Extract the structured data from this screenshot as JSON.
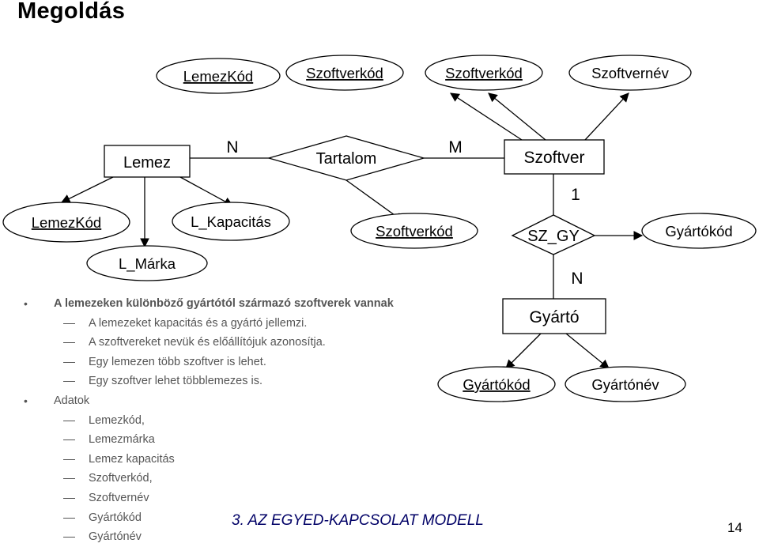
{
  "title": "Megoldás",
  "diagram": {
    "entities": {
      "lemez": "Lemez",
      "szoftver": "Szoftver",
      "gyarto": "Gyártó"
    },
    "relationships": {
      "tartalom": "Tartalom",
      "sz_gy": "SZ_GY"
    },
    "attributes": {
      "lemezkod": "LemezKód",
      "l_kapacitas": "L_Kapacitás",
      "l_marka": "L_Márka",
      "szoftverkod_rel": "Szoftverkód",
      "szoftverkod_1": "Szoftverkód",
      "szoftverkod_2": "Szoftverkód",
      "szoftvernev": "Szoftvernév",
      "gyartokod_right": "Gyártókód",
      "gyartokod": "Gyártókód",
      "gyartonev": "Gyártónév",
      "lemezkod_top": "LemezKód"
    },
    "cardinalities": {
      "n_left": "N",
      "m_right": "M",
      "one": "1",
      "n_bottom": "N"
    }
  },
  "bullets": [
    {
      "text": "A lemezeken különböző gyártótól származó szoftverek vannak",
      "level": 1,
      "bold": true
    },
    {
      "text": "A lemezeket kapacitás és a gyártó jellemzi.",
      "level": 2
    },
    {
      "text": "A szoftvereket nevük és előállítójuk azonosítja.",
      "level": 2
    },
    {
      "text": "Egy lemezen több szoftver is lehet.",
      "level": 2
    },
    {
      "text": "Egy szoftver lehet többlemezes is.",
      "level": 2
    },
    {
      "text": "Adatok",
      "level": 1,
      "bold": false
    },
    {
      "text": "Lemezkód,",
      "level": 2
    },
    {
      "text": "Lemezmárka",
      "level": 2
    },
    {
      "text": "Lemez kapacitás",
      "level": 2
    },
    {
      "text": "Szoftverkód,",
      "level": 2
    },
    {
      "text": "Szoftvernév",
      "level": 2
    },
    {
      "text": "Gyártókód",
      "level": 2
    },
    {
      "text": "Gyártónév",
      "level": 2
    }
  ],
  "footer": "3. AZ EGYED-KAPCSOLAT MODELL",
  "page_number": "14"
}
